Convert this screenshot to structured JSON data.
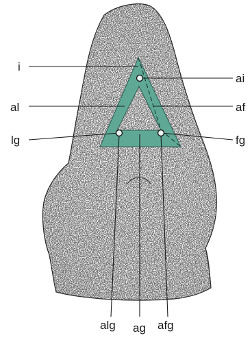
{
  "labels": {
    "i": "i",
    "al": "al",
    "lg": "lg",
    "ai": "ai",
    "af": "af",
    "fg": "fg",
    "alg": "alg",
    "ag": "ag",
    "afg": "afg"
  },
  "colors": {
    "triangle_fill": "#5fa896",
    "outline": "#222222",
    "stipple": "#7a7a7a"
  }
}
